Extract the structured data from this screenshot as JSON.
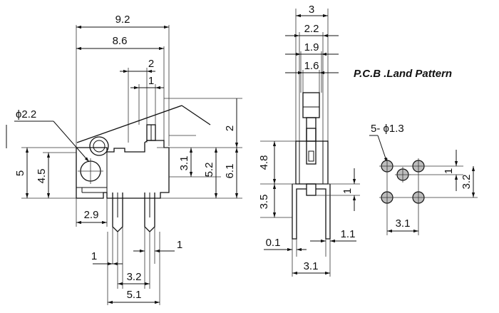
{
  "title": "P.C.B .Land Pattern",
  "front_view": {
    "dim_9_2": "9.2",
    "dim_8_6": "8.6",
    "dim_2_top": "2",
    "dim_1_top": "1",
    "dim_phi_2_2": "ϕ2.2",
    "dim_2_right": "2",
    "dim_3_1": "3.1",
    "dim_5_2": "5.2",
    "dim_6_1": "6.1",
    "dim_5": "5",
    "dim_4_5": "4.5",
    "dim_2_9": "2.9",
    "dim_1_left": "1",
    "dim_1_right": "1",
    "dim_3_2": "3.2",
    "dim_5_1": "5.1"
  },
  "side_view": {
    "dim_3": "3",
    "dim_2_2": "2.2",
    "dim_1_9": "1.9",
    "dim_1_6": "1.6",
    "dim_4_8": "4.8",
    "dim_3_5": "3.5",
    "dim_1": "1",
    "dim_0_1": "0.1",
    "dim_1_1": "1.1",
    "dim_3_1": "3.1"
  },
  "land_pattern": {
    "dim_5_phi_1_3": "5- ϕ1.3",
    "dim_1": "1",
    "dim_3_2": "3.2",
    "dim_3_1": "3.1"
  }
}
